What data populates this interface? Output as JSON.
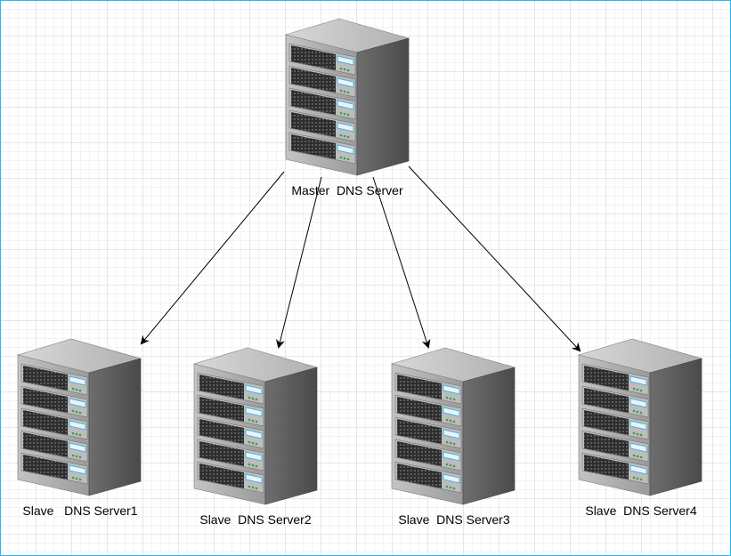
{
  "diagram": {
    "master": {
      "label": "Master  DNS Server",
      "icon": "server-rack-icon"
    },
    "slaves": [
      {
        "label": "Slave   DNS Server1",
        "icon": "server-rack-icon"
      },
      {
        "label": "Slave  DNS Server2",
        "icon": "server-rack-icon"
      },
      {
        "label": "Slave  DNS Server3",
        "icon": "server-rack-icon"
      },
      {
        "label": "Slave  DNS Server4",
        "icon": "server-rack-icon"
      }
    ],
    "connections": [
      {
        "from": "master",
        "to": "slave-1"
      },
      {
        "from": "master",
        "to": "slave-2"
      },
      {
        "from": "master",
        "to": "slave-3"
      },
      {
        "from": "master",
        "to": "slave-4"
      }
    ],
    "colors": {
      "canvas_border": "#29b6f2",
      "grid": "#e6e6e6",
      "arrow": "#000000",
      "server_body": "#8c8c8c",
      "server_side": "#5a5a5a",
      "drive_bay": "#3a3a3a",
      "status_led": "#4fb0d8"
    }
  }
}
